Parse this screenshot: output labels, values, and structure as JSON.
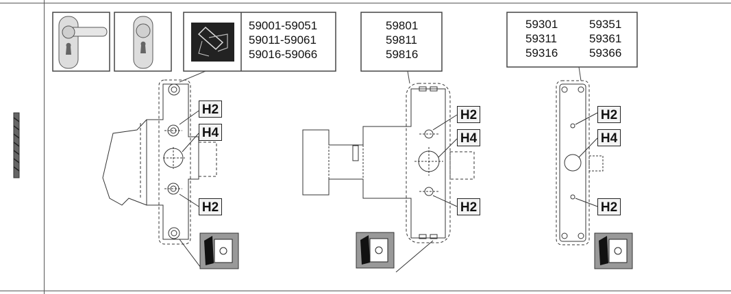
{
  "group1": {
    "codes": [
      "59001-59051",
      "59011-59061",
      "59016-59066"
    ],
    "tags": [
      "H2",
      "H4",
      "H2"
    ]
  },
  "group2": {
    "codes": [
      "59801",
      "59811",
      "59816"
    ],
    "tags": [
      "H2",
      "H4",
      "H2"
    ]
  },
  "group3": {
    "codes_left": [
      "59301",
      "59311",
      "59316"
    ],
    "codes_right": [
      "59351",
      "59361",
      "59366"
    ],
    "tags": [
      "H2",
      "H4",
      "H2"
    ]
  },
  "icons": {
    "side": "drill-bit-icon",
    "handle1": "lever-handle-icon",
    "handle2": "escutcheon-icon",
    "template": "drill-template-icon",
    "mounting": "mounting-plate-icon"
  }
}
